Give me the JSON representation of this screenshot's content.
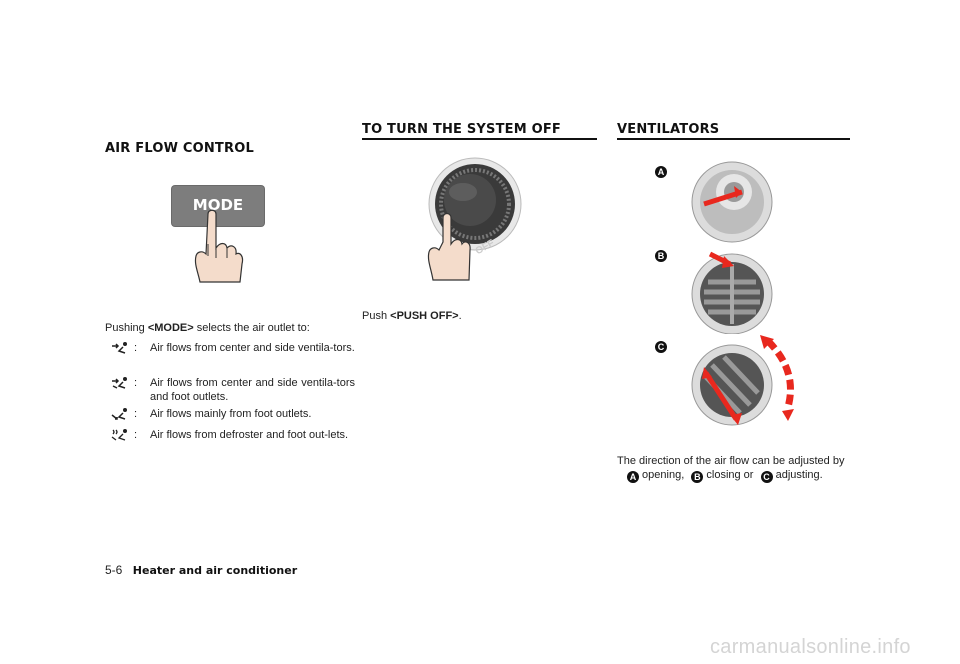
{
  "left": {
    "title": "AIR FLOW CONTROL",
    "mode_button_label": "MODE",
    "intro_prefix": "Pushing ",
    "intro_strong": "<MODE>",
    "intro_suffix": " selects the air outlet to:",
    "modes": [
      {
        "icon": "vent-mode-icon",
        "colon": ":",
        "text": "Air flows from center and side ventila-tors."
      },
      {
        "icon": "bi-level-mode-icon",
        "colon": ":",
        "text": "Air flows from center and side ventila-tors and foot outlets."
      },
      {
        "icon": "foot-mode-icon",
        "colon": ":",
        "text": "Air flows mainly from foot outlets."
      },
      {
        "icon": "defrost-foot-mode-icon",
        "colon": ":",
        "text": "Air flows from defroster and foot out-lets."
      }
    ]
  },
  "middle": {
    "title": "TO TURN THE SYSTEM OFF",
    "knob_label": "OFF",
    "push_prefix": "Push ",
    "push_strong": "<PUSH OFF>",
    "push_suffix": "."
  },
  "right": {
    "title": "VENTILATORS",
    "vent_labels": [
      "A",
      "B",
      "C"
    ],
    "desc_text": "The direction of the air flow can be adjusted by",
    "desc_a_mark": "A",
    "desc_a_text": " opening,",
    "desc_b_mark": "B",
    "desc_b_text": " closing or",
    "desc_c_mark": "C",
    "desc_c_text": " adjusting."
  },
  "footer": {
    "page_number": "5-6",
    "section": "Heater and air conditioner"
  },
  "watermark": "carmanualsonline.info",
  "colors": {
    "arrow": "#e8281e",
    "button": "#7a7a7a",
    "text": "#222222"
  }
}
